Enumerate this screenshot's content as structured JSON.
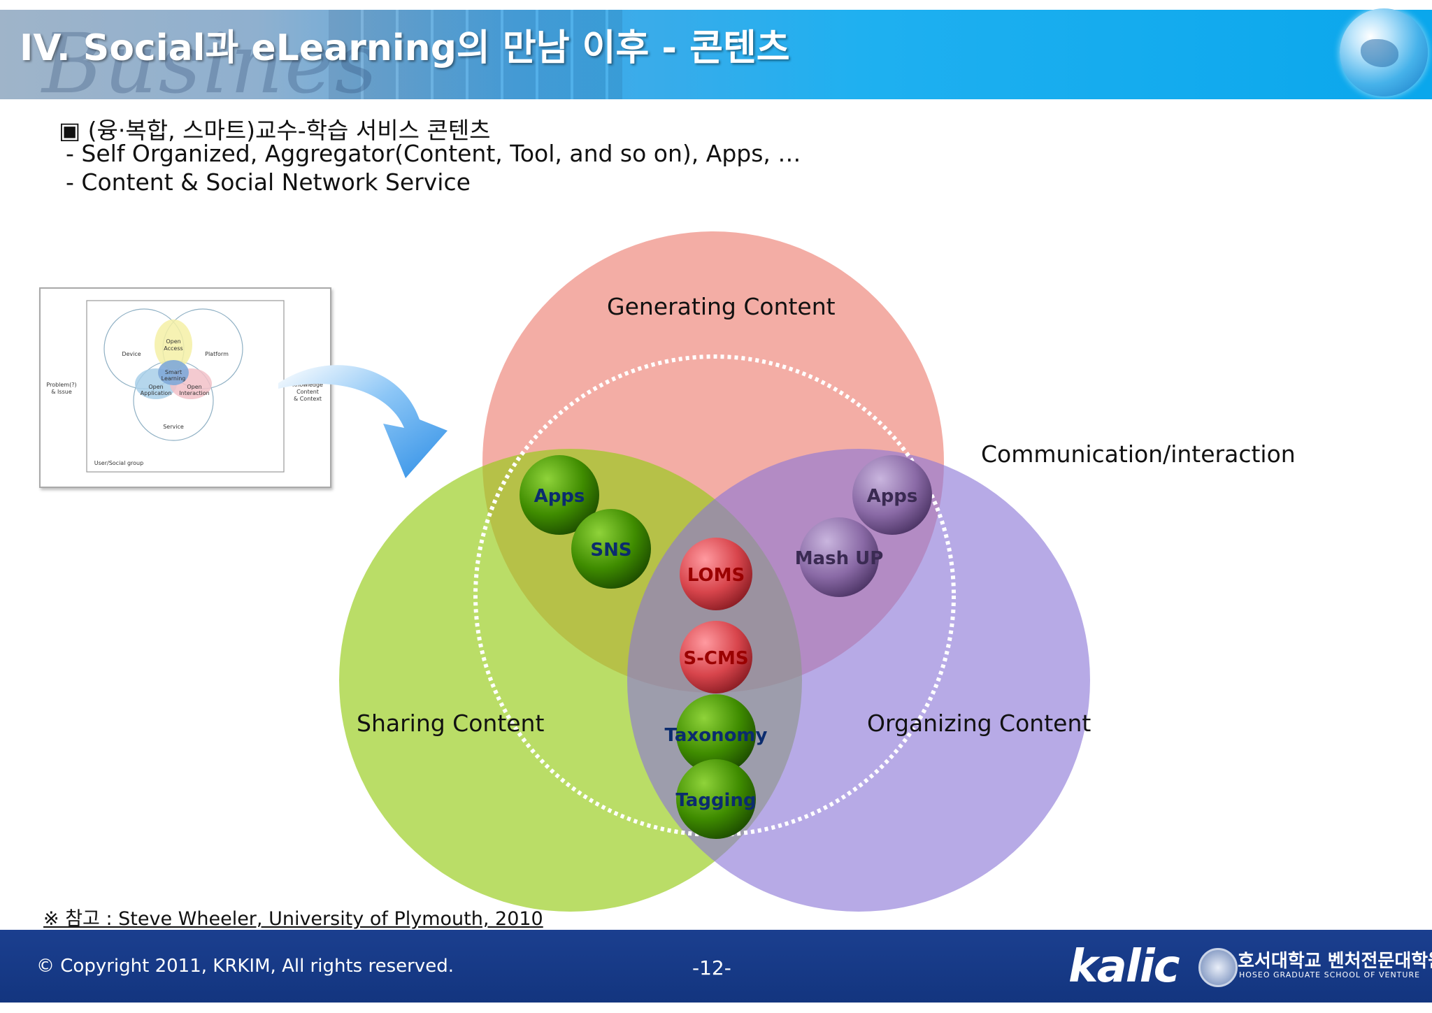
{
  "slide": {
    "banner_background_word": "Busines",
    "title": "IV. Social과 eLearning의 만남 이후 - 콘텐츠"
  },
  "bullets": {
    "heading": "▣ (융·복합, 스마트)교수-학습 서비스 콘텐츠",
    "line1": "- Self Organized,  Aggregator(Content, Tool, and so on), Apps, …",
    "line2": "- Content & Social Network Service"
  },
  "thumbnail": {
    "labels": {
      "device": "Device",
      "platform": "Platform",
      "open_access_1": "Open",
      "open_access_2": "Access",
      "smart_1": "Smart",
      "smart_2": "Learning",
      "open_app_1": "Open",
      "open_app_2": "Application",
      "open_int_1": "Open",
      "open_int_2": "Interaction",
      "service": "Service",
      "problem_1": "Problem(?)",
      "problem_2": "& Issue",
      "knowledge_1": "Knowledge",
      "knowledge_2": "Content",
      "knowledge_3": "& Context",
      "user_group": "User/Social group"
    }
  },
  "diagram": {
    "circles": {
      "generating": "Generating Content",
      "sharing": "Sharing Content",
      "organizing": "Organizing Content"
    },
    "communication_label": "Communication/interaction",
    "nodes": {
      "apps_green": "Apps",
      "sns": "SNS",
      "loms": "LOMS",
      "scms": "S-CMS",
      "taxonomy": "Taxonomy",
      "tagging": "Tagging",
      "apps_purple": "Apps",
      "mashup": "Mash UP"
    },
    "colors": {
      "generating": "#ec7a6e",
      "sharing": "#96cc18",
      "organizing": "#8a76d6",
      "green_node": "#3f8c00",
      "red_node": "#d8454c",
      "purple_node": "#8a6aa6"
    }
  },
  "footer": {
    "reference": "※ 참고 : Steve Wheeler, University of Plymouth, 2010",
    "copyright": "© Copyright 2011,  KRKIM, All rights reserved.",
    "page_number": "-12-",
    "logo": "kalic",
    "university_ko": "호서대학교 벤처전문대학원",
    "university_en": "HOSEO GRADUATE SCHOOL OF VENTURE"
  }
}
